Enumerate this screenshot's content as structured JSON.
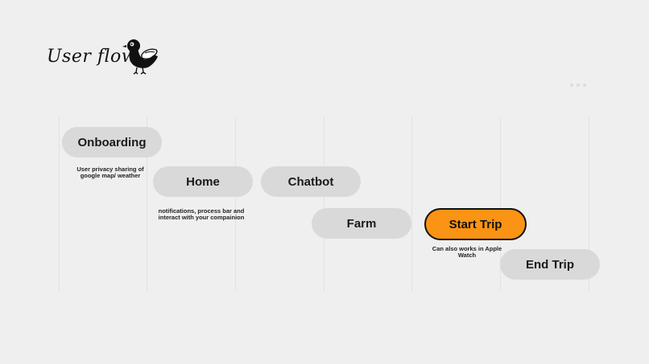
{
  "header": {
    "title": "User flow",
    "mascot_icon": "crow-mascot-icon",
    "menu_icon": "more-dots-icon"
  },
  "colors": {
    "background": "#efefef",
    "node": "#d9d9d9",
    "active_node": "#fb9314",
    "active_border": "#111111"
  },
  "flow": {
    "onboarding": {
      "label": "Onboarding",
      "note": "User privacy sharing of google map/ weather"
    },
    "home": {
      "label": "Home",
      "note": "notifications, process bar and interact with your compainion"
    },
    "chatbot": {
      "label": "Chatbot"
    },
    "farm": {
      "label": "Farm"
    },
    "start_trip": {
      "label": "Start Trip",
      "note": "Can also works in Apple Watch",
      "active": true
    },
    "end_trip": {
      "label": "End Trip"
    }
  }
}
